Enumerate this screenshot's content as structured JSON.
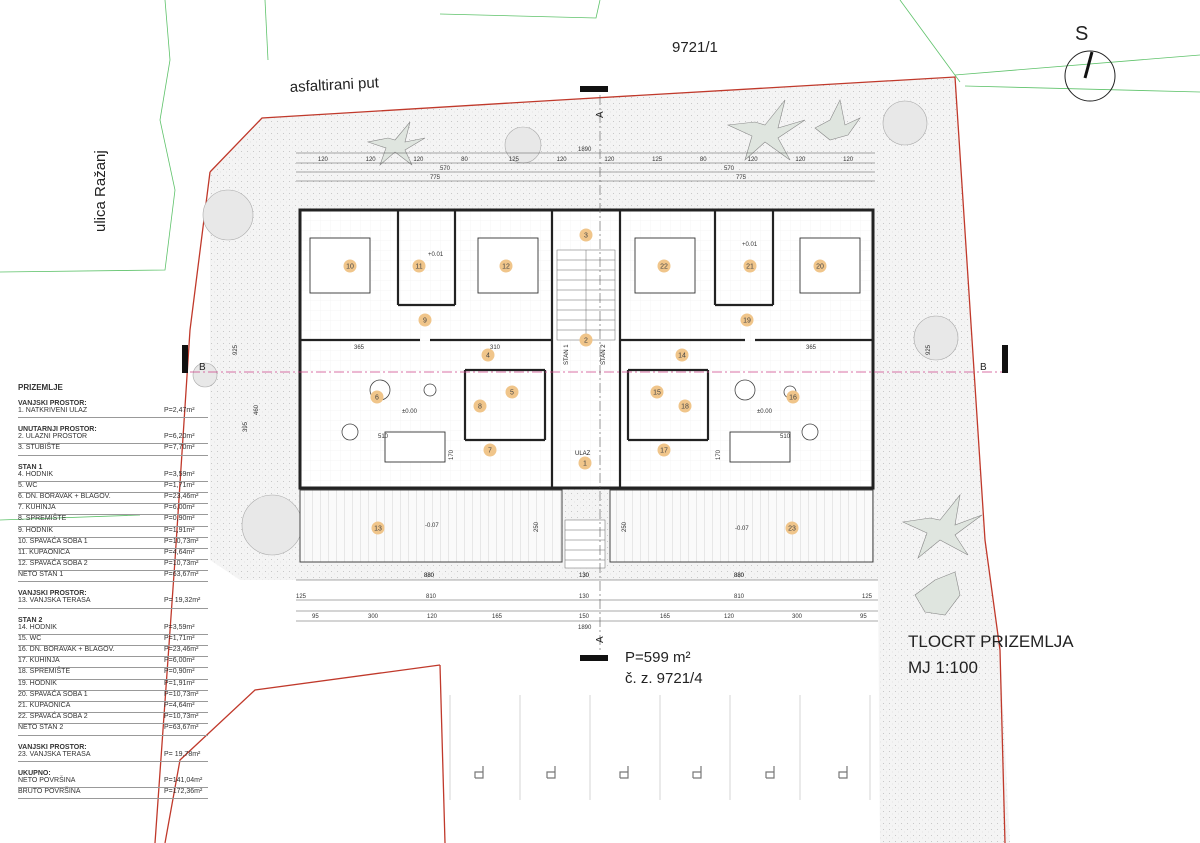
{
  "labels": {
    "road_parcel": "9721/1",
    "road": "asfaltirani put",
    "street": "ulica Ražanj",
    "north": "S",
    "section_a": "A",
    "section_b": "B",
    "area": "P=599 m²",
    "parcel": "č. z. 9721/4",
    "title": "TLOCRT PRIZEMLJA",
    "scale": "MJ 1:100",
    "stan1": "STAN 1",
    "stan2": "STAN 2",
    "ulaz": "ULAZ"
  },
  "dims": {
    "top_total": "1890",
    "top_row1": [
      "120",
      "120",
      "120",
      "80",
      "125",
      "120",
      "120",
      "125",
      "80",
      "120",
      "120",
      "120"
    ],
    "top_row2": [
      "570",
      "570"
    ],
    "top_row3": [
      "775",
      "775"
    ],
    "bottom_row1": [
      "880",
      "130",
      "880"
    ],
    "bottom_row2": [
      "125",
      "810",
      "130",
      "810",
      "125"
    ],
    "bottom_row3": [
      "95",
      "300",
      "120",
      "165",
      "150",
      "165",
      "120",
      "300",
      "95"
    ],
    "bottom_total": "1890",
    "interior": [
      "365",
      "510",
      "310",
      "510",
      "365",
      "880",
      "880",
      "130",
      "250",
      "250",
      "170",
      "170",
      "395",
      "460",
      "925",
      "925"
    ]
  },
  "elevations": [
    "±0.00",
    "±0.00",
    "-0.07",
    "-0.07",
    "+0.01",
    "+0.01"
  ],
  "rooms": [
    "1",
    "2",
    "3",
    "4",
    "5",
    "6",
    "7",
    "8",
    "9",
    "10",
    "11",
    "12",
    "13",
    "14",
    "15",
    "16",
    "17",
    "18",
    "19",
    "20",
    "21",
    "22",
    "23"
  ],
  "legend": {
    "heading": "PRIZEMLJE",
    "sections": [
      {
        "title": "VANJSKI PROSTOR:",
        "items": [
          [
            "1. NATKRIVENI ULAZ",
            "P=2,47m²"
          ]
        ]
      },
      {
        "title": "UNUTARNJI PROSTOR:",
        "items": [
          [
            "2. ULAZNI PROSTOR",
            "P=6,20m²"
          ],
          [
            "3. STUBIŠTE",
            "P=7,70m²"
          ]
        ]
      },
      {
        "title": "STAN 1",
        "items": [
          [
            "4. HODNIK",
            "P=3,59m²"
          ],
          [
            "5. WC",
            "P=1,71m²"
          ],
          [
            "6. DN. BORAVAK + BLAGOV.",
            "P=23,46m²"
          ],
          [
            "7. KUHINJA",
            "P=6,00m²"
          ],
          [
            "8. SPREMIŠTE",
            "P=0,90m²"
          ],
          [
            "9. HODNIK",
            "P=1,91m²"
          ],
          [
            "10. SPAVAĆA SOBA 1",
            "P=10,73m²"
          ],
          [
            "11. KUPAONICA",
            "P=4,64m²"
          ],
          [
            "12. SPAVAĆA SOBA 2",
            "P=10,73m²"
          ],
          [
            "NETO STAN 1",
            "P=63,67m²"
          ]
        ]
      },
      {
        "title": "VANJSKI PROSTOR:",
        "items": [
          [
            "13. VANJSKA TERASA",
            "P= 19,32m²"
          ]
        ]
      },
      {
        "title": "STAN 2",
        "items": [
          [
            "14. HODNIK",
            "P=3,59m²"
          ],
          [
            "15. WC",
            "P=1,71m²"
          ],
          [
            "16. DN. BORAVAK + BLAGOV.",
            "P=23,46m²"
          ],
          [
            "17. KUHINJA",
            "P=6,00m²"
          ],
          [
            "18. SPREMIŠTE",
            "P=0,90m²"
          ],
          [
            "19. HODNIK",
            "P=1,91m²"
          ],
          [
            "20. SPAVAĆA SOBA 1",
            "P=10,73m²"
          ],
          [
            "21. KUPAONICA",
            "P=4,64m²"
          ],
          [
            "22. SPAVAĆA SOBA 2",
            "P=10,73m²"
          ],
          [
            "NETO STAN 2",
            "P=63,67m²"
          ]
        ]
      },
      {
        "title": "VANJSKI PROSTOR:",
        "items": [
          [
            "23. VANJSKA TERASA",
            "P= 19,78m²"
          ]
        ]
      },
      {
        "title": "UKUPNO:",
        "items": [
          [
            "NETO POVRŠINA",
            "P=141,04m²"
          ],
          [
            "BRUTO POVRŠINA",
            "P=172,36m²"
          ]
        ]
      }
    ]
  },
  "colors": {
    "boundary": "#c0392b",
    "road_lines": "#5ec26a",
    "axis": "#cc4488",
    "room_marker": "#f0c58a",
    "wall": "#222222",
    "gravel": "#f2f2f2"
  },
  "icons": [
    "north-arrow-icon",
    "tree-icon",
    "plant-icon",
    "bed-icon",
    "chair-icon",
    "dining-table-icon",
    "parking-marker-icon"
  ]
}
